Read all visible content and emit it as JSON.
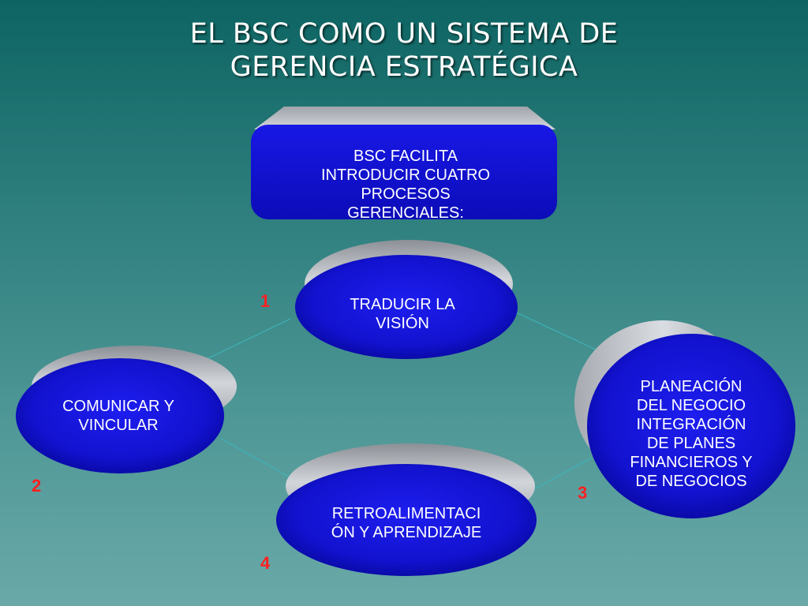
{
  "title": {
    "line1": "EL BSC COMO UN SISTEMA DE",
    "line2": "GERENCIA ESTRATÉGICA"
  },
  "nodes": {
    "facilita": "BSC FACILITA\nINTRODUCIR CUATRO\nPROCESOS\nGERENCIALES:",
    "traducir": "TRADUCIR LA\nVISIÓN",
    "comunicar": "COMUNICAR Y\nVINCULAR",
    "planeacion": "PLANEACIÓN\nDEL NEGOCIO\nINTEGRACIÓN\nDE  PLANES\nFINANCIEROS Y\nDE NEGOCIOS",
    "retro": "RETROALIMENTACI\nÓN Y APRENDIZAJE"
  },
  "numbers": {
    "traducir": "1",
    "comunicar": "2",
    "planeacion": "3",
    "retro": "4"
  },
  "colors": {
    "node_blue": "#1414d8",
    "node_dark": "#050590",
    "disc_gray": "#b8bcc4",
    "connector": "#3fb3b7",
    "number_red": "#ff2020"
  }
}
